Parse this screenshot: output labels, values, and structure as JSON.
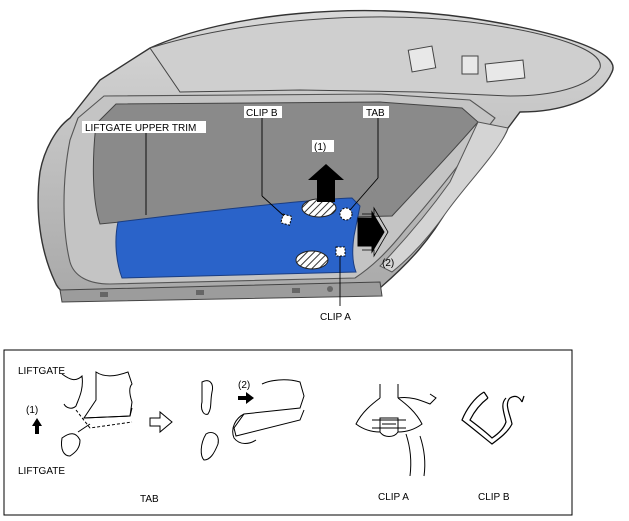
{
  "main_view": {
    "labels": {
      "trim": "LIFTGATE UPPER TRIM",
      "clip_b": "CLIP B",
      "tab": "TAB",
      "step1": "(1)",
      "step2": "(2)",
      "clip_a": "CLIP A"
    },
    "colors": {
      "trim": "#2a63c9",
      "body": "#b8b8b8",
      "glass": "#8a8a8a"
    }
  },
  "detail_panel": {
    "labels": {
      "liftgate_top": "LIFTGATE",
      "liftgate_bottom": "LIFTGATE",
      "step1": "(1)",
      "step2": "(2)",
      "tab": "TAB",
      "clip_a": "CLIP A",
      "clip_b": "CLIP B"
    }
  }
}
